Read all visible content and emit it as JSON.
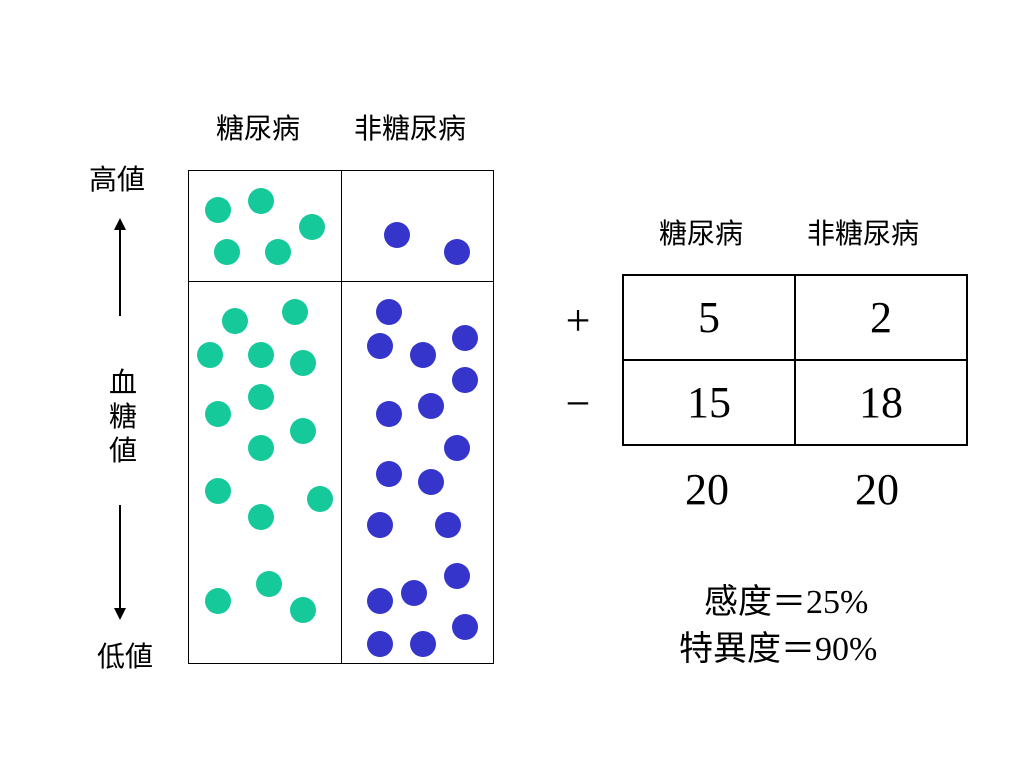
{
  "labels": {
    "col_diabetes": "糖尿病",
    "col_non_diabetes": "非糖尿病",
    "high": "高値",
    "low": "低値",
    "axis_chars": [
      "血",
      "糖",
      "値"
    ]
  },
  "colors": {
    "diabetes": "#15C99A",
    "non_diabetes": "#3535CC",
    "line": "#000000"
  },
  "table": {
    "col_diabetes": "糖尿病",
    "col_non_diabetes": "非糖尿病",
    "rows": [
      {
        "sign": "+",
        "diabetes": "5",
        "non_diabetes": "2"
      },
      {
        "sign": "−",
        "diabetes": "15",
        "non_diabetes": "18"
      }
    ],
    "totals": {
      "diabetes": "20",
      "non_diabetes": "20"
    }
  },
  "metrics": {
    "sensitivity_label": "感度＝",
    "sensitivity_value": "25%",
    "specificity_label": "特異度＝",
    "specificity_value": "90%"
  }
}
